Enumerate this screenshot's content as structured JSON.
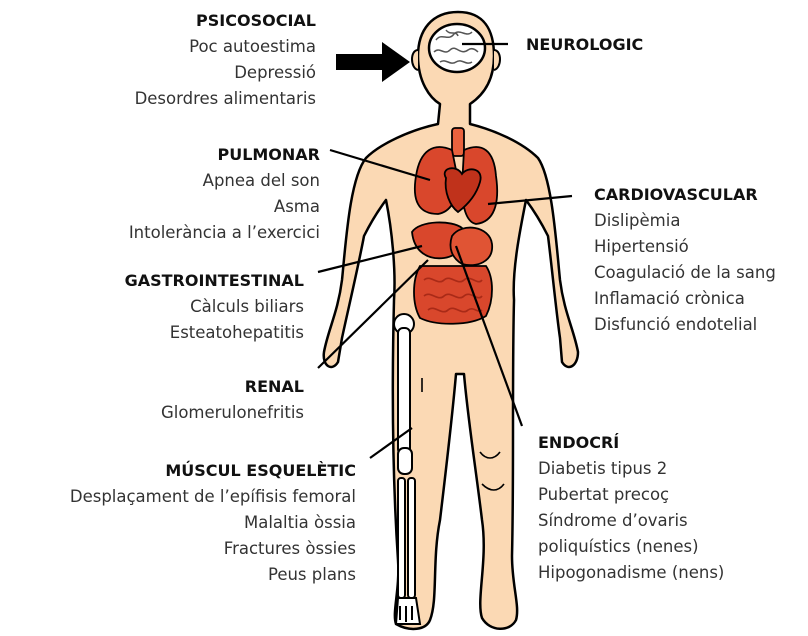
{
  "groups": {
    "psicosocial": {
      "title": "PSICOSOCIAL",
      "items": [
        "Poc autoestima",
        "Depressió",
        "Desordres alimentaris"
      ]
    },
    "neurologic": {
      "title": "NEUROLOGIC"
    },
    "pulmonar": {
      "title": "PULMONAR",
      "items": [
        "Apnea del son",
        "Asma",
        "Intolerància a l’exercici"
      ]
    },
    "cardiovascular": {
      "title": "CARDIOVASCULAR",
      "items": [
        "Dislipèmia",
        "Hipertensió",
        "Coagulació de la sang",
        "Inflamació crònica",
        "Disfunció endotelial"
      ]
    },
    "gastrointestinal": {
      "title": "GASTROINTESTINAL",
      "items": [
        "Càlculs biliars",
        "Esteatohepatitis"
      ]
    },
    "renal": {
      "title": "RENAL",
      "items": [
        "Glomerulonefritis"
      ]
    },
    "endocri": {
      "title": "ENDOCRÍ",
      "items": [
        "Diabetis tipus 2",
        "Pubertat precoç",
        "Síndrome d’ovaris",
        "poliquístics (nenes)",
        "Hipogonadisme (nens)"
      ]
    },
    "muscul": {
      "title": "MÚSCUL ESQUELÈTIC",
      "items": [
        "Desplaçament de l’epífisis femoral",
        "Malaltia òssia",
        "Fractures òssies",
        "Peus plans"
      ]
    }
  },
  "colors": {
    "skin": "#fbd9b4",
    "outline": "#000000",
    "organ": "#d9472c",
    "organ_dark": "#a92a17",
    "bone": "#ffffff"
  }
}
